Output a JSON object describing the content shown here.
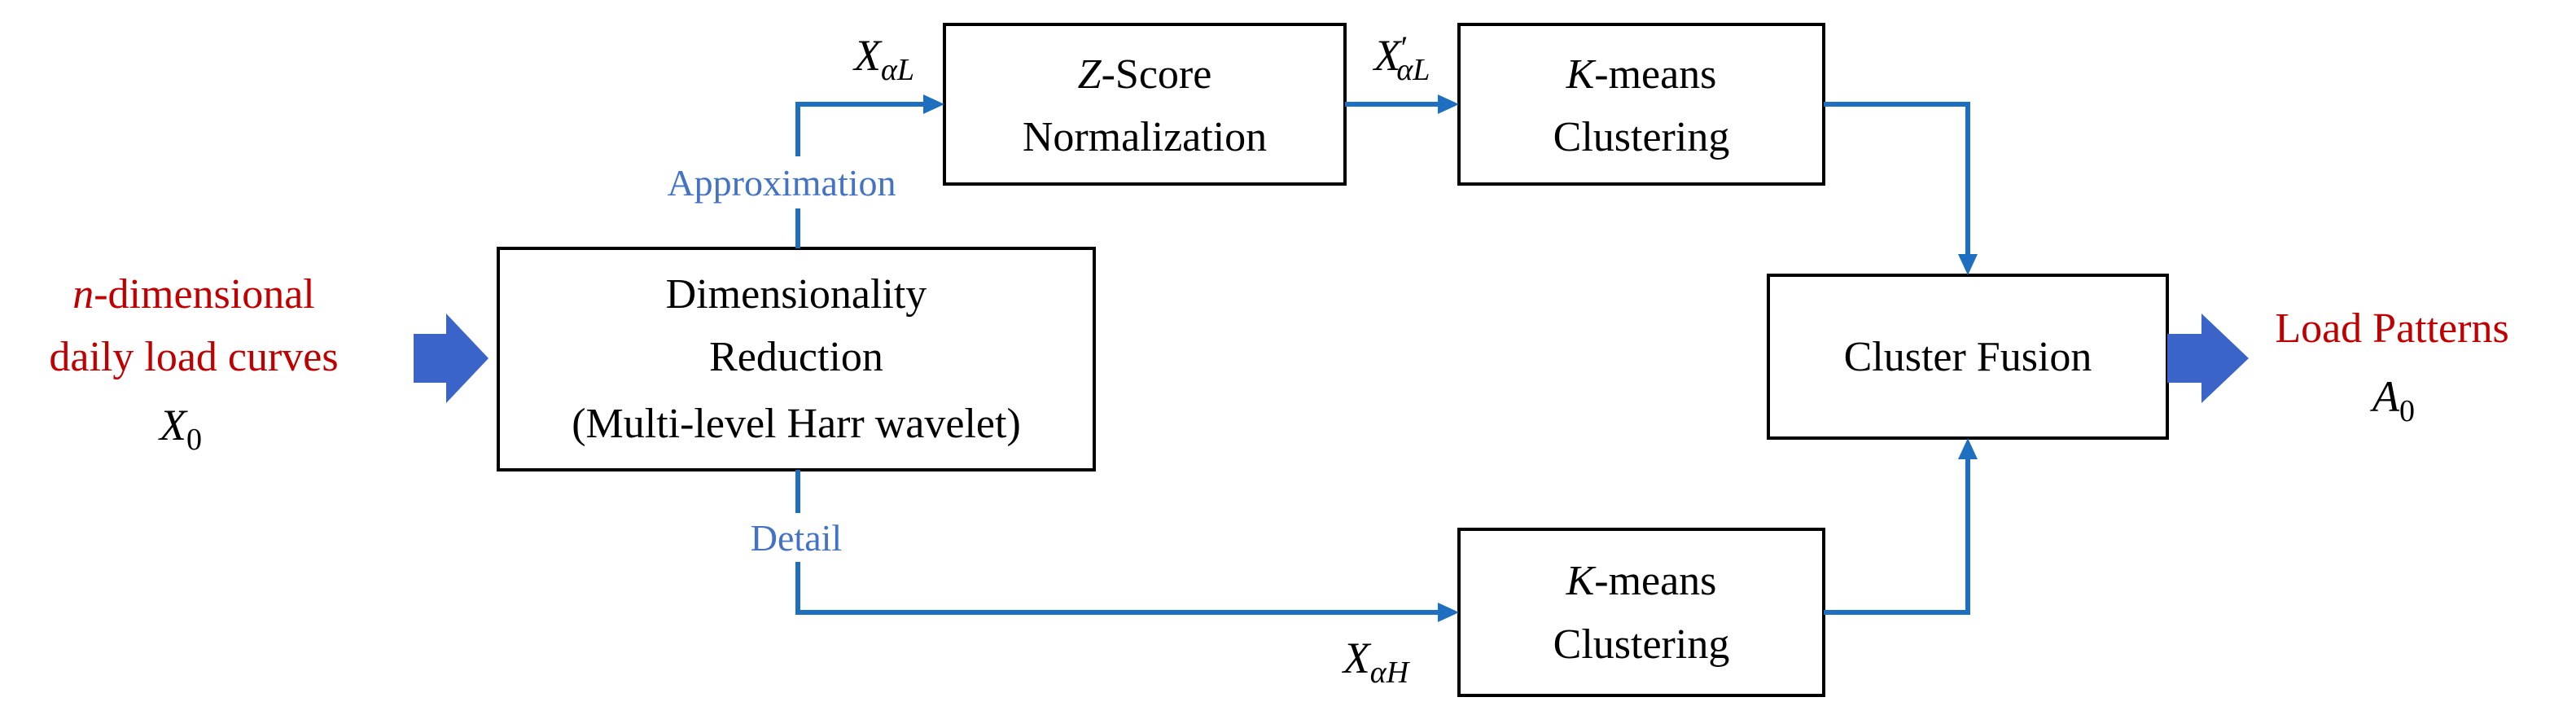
{
  "colors": {
    "input_output_text": "#c00000",
    "branch_label_text": "#4472c4",
    "connector": "#1f6fc0",
    "big_arrow": "#3a64c8",
    "box_border": "#000000"
  },
  "input": {
    "line1_var": "n",
    "line1_rest": "-dimensional",
    "line2": "daily load curves",
    "symbol": "X",
    "symbol_sub": "0"
  },
  "boxes": {
    "reduction": {
      "line1": "Dimensionality",
      "line2": "Reduction",
      "line3": "(Multi-level Harr wavelet)"
    },
    "zscore": {
      "line1_var": "Z",
      "line1_rest": "-Score",
      "line2": "Normalization"
    },
    "kmeans_top": {
      "line1_var": "K",
      "line1_rest": "-means",
      "line2": "Clustering"
    },
    "kmeans_bottom": {
      "line1_var": "K",
      "line1_rest": "-means",
      "line2": "Clustering"
    },
    "fusion": {
      "label": "Cluster Fusion"
    }
  },
  "branch_labels": {
    "approximation": "Approximation",
    "detail": "Detail"
  },
  "symbols": {
    "x_alpha_l": {
      "base": "X",
      "sub": "αL"
    },
    "x_alpha_l_prime": {
      "base": "X",
      "prime": "′",
      "sub": "αL"
    },
    "x_alpha_h": {
      "base": "X",
      "sub": "αH"
    }
  },
  "output": {
    "label": "Load Patterns",
    "symbol": "A",
    "symbol_sub": "0"
  }
}
